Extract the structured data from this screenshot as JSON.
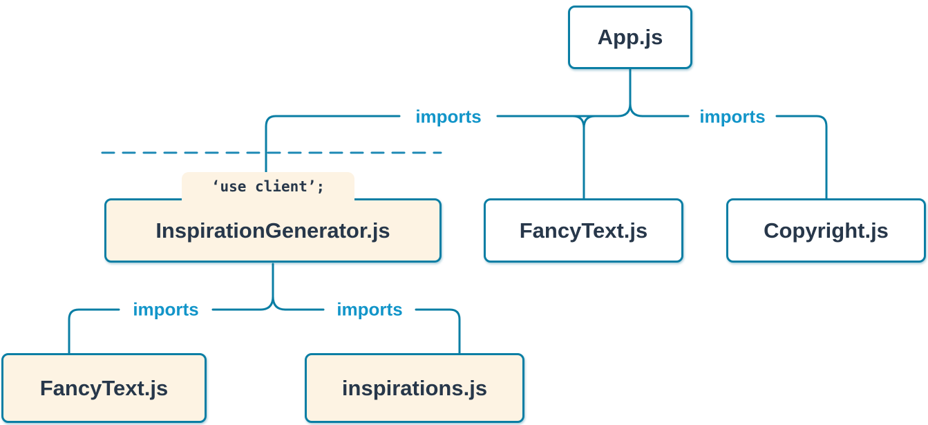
{
  "colors": {
    "line": "#0a7ea4",
    "client_boundary_dash": "#1d89b4",
    "edge_label": "#1295c9",
    "node_border": "#0a7ea4",
    "node_text": "#27374a",
    "client_node_background": "#fdf3e3",
    "server_node_background": "#ffffff",
    "page_background": "#ffffff"
  },
  "nodes": {
    "app": {
      "label": "App.js",
      "kind": "server"
    },
    "inspiration_generator": {
      "label": "InspirationGenerator.js",
      "kind": "client",
      "directive": "‘use client’;"
    },
    "fancy_text_top": {
      "label": "FancyText.js",
      "kind": "server"
    },
    "copyright": {
      "label": "Copyright.js",
      "kind": "server"
    },
    "fancy_text_bottom": {
      "label": "FancyText.js",
      "kind": "client"
    },
    "inspirations": {
      "label": "inspirations.js",
      "kind": "client"
    }
  },
  "edge_labels": {
    "app_to_inspiration_generator": "imports",
    "app_to_copyright": "imports",
    "inspiration_generator_to_fancy_text": "imports",
    "inspiration_generator_to_inspirations": "imports"
  }
}
